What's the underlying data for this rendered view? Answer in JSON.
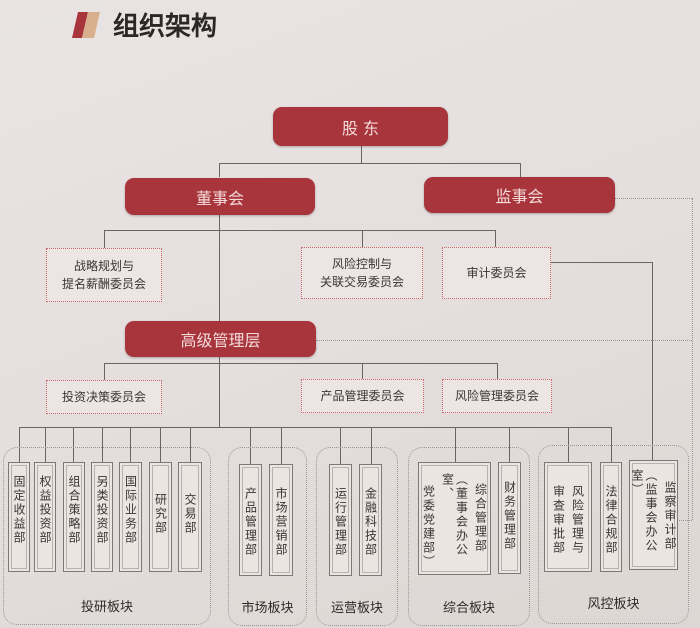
{
  "header": {
    "title": "组织架构"
  },
  "top": {
    "shareholders": "股 东",
    "board": "董事会",
    "supervisors": "监事会",
    "management": "高级管理层"
  },
  "board_committees": [
    {
      "lines": [
        "战略规划与",
        "提名薪酬委员会"
      ]
    },
    {
      "lines": [
        "风险控制与",
        "关联交易委员会"
      ]
    },
    {
      "lines": [
        "审计委员会"
      ]
    }
  ],
  "mgmt_committees": [
    "投资决策委员会",
    "产品管理委员会",
    "风险管理委员会"
  ],
  "groups": [
    {
      "label": "投研板块",
      "depts": [
        [
          "固定收益部"
        ],
        [
          "权益投资部"
        ],
        [
          "组合策略部"
        ],
        [
          "另类投资部"
        ],
        [
          "国际业务部"
        ],
        [
          "研究部"
        ],
        [
          "交易部"
        ]
      ]
    },
    {
      "label": "市场板块",
      "depts": [
        [
          "产品管理部"
        ],
        [
          "市场营销部"
        ]
      ]
    },
    {
      "label": "运营板块",
      "depts": [
        [
          "运行管理部"
        ],
        [
          "金融科技部"
        ]
      ]
    },
    {
      "label": "综合板块",
      "depts": [
        [
          "综合管理部",
          "（董事会办公室、",
          "党委党建部）"
        ],
        [
          "财务管理部"
        ]
      ]
    },
    {
      "label": "风控板块",
      "depts": [
        [
          "风险管理与",
          "审查审批部"
        ],
        [
          "法律合规部"
        ],
        [
          "监察审计部",
          "（监事会办公室）"
        ]
      ]
    }
  ],
  "colors": {
    "accent": "#a8353b",
    "background": "#e6e1e0"
  }
}
